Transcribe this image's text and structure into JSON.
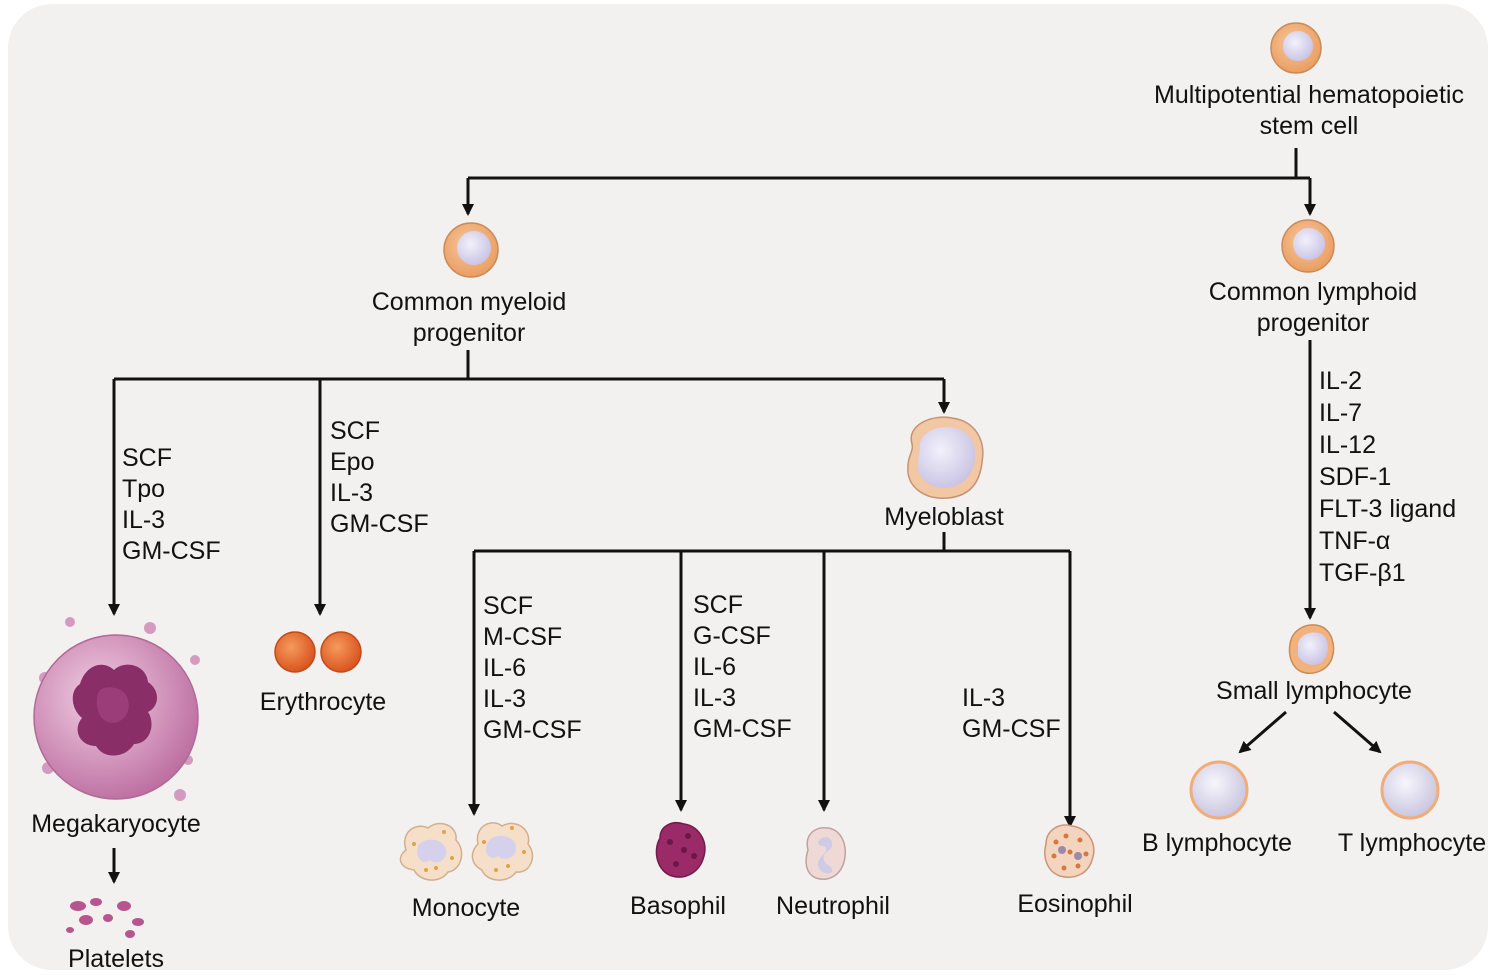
{
  "nodes": {
    "stem_cell": [
      "Multipotential hematopoietic",
      "stem cell"
    ],
    "myeloid": [
      "Common myeloid",
      "progenitor"
    ],
    "lymphoid": [
      "Common lymphoid",
      "progenitor"
    ],
    "myeloblast": "Myeloblast",
    "megakaryocyte": "Megakaryocyte",
    "platelets": "Platelets",
    "erythrocyte": "Erythrocyte",
    "monocyte": "Monocyte",
    "basophil": "Basophil",
    "neutrophil": "Neutrophil",
    "eosinophil": "Eosinophil",
    "small_lymphocyte": "Small lymphocyte",
    "b_lymphocyte": "B lymphocyte",
    "t_lymphocyte": "T lymphocyte"
  },
  "factors": {
    "megakaryocyte": [
      "SCF",
      "Tpo",
      "IL-3",
      "GM-CSF"
    ],
    "erythrocyte": [
      "SCF",
      "Epo",
      "IL-3",
      "GM-CSF"
    ],
    "monocyte": [
      "SCF",
      "M-CSF",
      "IL-6",
      "IL-3",
      "GM-CSF"
    ],
    "basophil": [
      "SCF",
      "G-CSF",
      "IL-6",
      "IL-3",
      "GM-CSF"
    ],
    "eosinophil": [
      "IL-3",
      "GM-CSF"
    ],
    "lymphoid": [
      "IL-2",
      "IL-7",
      "IL-12",
      "SDF-1",
      "FLT-3 ligand",
      "TNF-α",
      "TGF-β1"
    ]
  },
  "colors": {
    "background": "#f2f1ef",
    "progenitor_ring": "#f2b27e",
    "progenitor_nucleus": "#d7d2ec",
    "erythrocyte": "#e8642c",
    "megakaryocyte": "#c97fb0",
    "megakaryocyte_nucleus": "#8a2e67",
    "lymphocyte_nucleus": "#dcd9ee",
    "line": "#111111"
  }
}
